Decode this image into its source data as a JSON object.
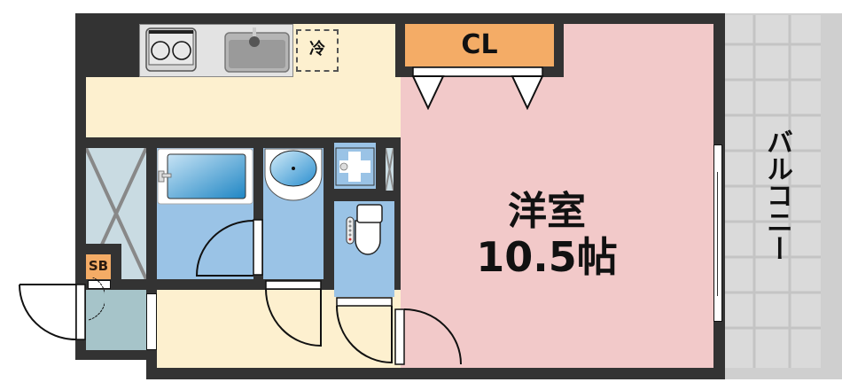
{
  "floor_plan": {
    "rooms": {
      "western_room": {
        "name": "洋室",
        "size": "10.5帖",
        "color": "#f2c9c9"
      },
      "closet": {
        "label": "CL",
        "color": "#f4ac66"
      },
      "balcony": {
        "label": "バルコニー",
        "color": "#d8d8d8"
      },
      "kitchen": {
        "color": "#fdf0cf"
      },
      "fridge_space": {
        "label": "冷"
      },
      "shoe_box": {
        "label": "SB",
        "color": "#f4ac66"
      },
      "entrance": {
        "color": "#a6c4c9"
      },
      "bathroom": {
        "color": "#9ac3e6"
      },
      "washroom": {
        "color": "#9ac3e6"
      },
      "toilet": {
        "color": "#9ac3e6"
      },
      "storage": {
        "color": "#c9dbe2"
      }
    },
    "colors": {
      "wall": "#333333",
      "door": "#ffffff",
      "counter": "#e3e3e3"
    }
  }
}
